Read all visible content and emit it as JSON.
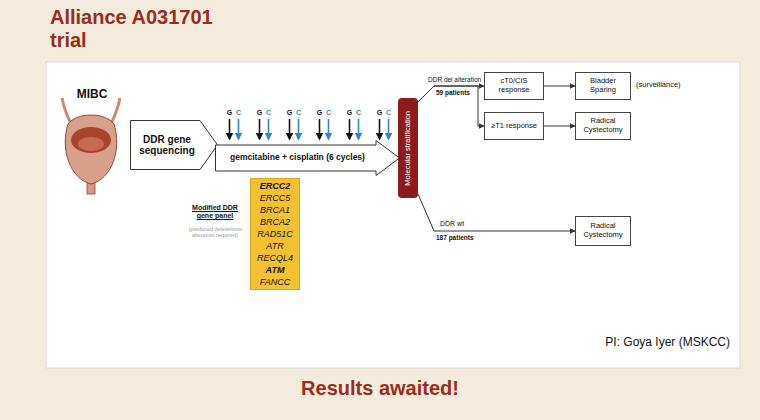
{
  "diagram": {
    "title": "Alliance A031701 trial",
    "caption": "Results awaited!",
    "nodes": [
      {
        "text": [
          "DDR gene sequencing"
        ]
      },
      {
        "text": [
          "gemcitabine + cisplatin (6 cycles)"
        ]
      },
      {
        "text": [
          "Molecular stratification"
        ]
      },
      {
        "text": [
          "cT0/CIS response"
        ]
      },
      {
        "text": [
          "Bladder Sparing"
        ]
      },
      {
        "text": [
          "≥T1 response"
        ]
      },
      {
        "text": [
          "Radical Cystectomy"
        ]
      },
      {
        "text": [
          "Radical Cystectomy"
        ]
      },
      {
        "text": [
          "ERCC2",
          "ERCC5",
          "BRCA1",
          "BRCA2",
          "RAD51C",
          "ATR",
          "RECQL4",
          "ATM",
          "FANCC"
        ]
      }
    ],
    "edges": [
      {
        "from": 2,
        "to": 3,
        "arrow": "to"
      },
      {
        "from": 2,
        "to": 5,
        "arrow": "to"
      },
      {
        "from": 3,
        "to": 4,
        "arrow": "to"
      },
      {
        "from": 5,
        "to": 6,
        "arrow": "to"
      },
      {
        "from": 2,
        "to": 7,
        "arrow": "to"
      }
    ],
    "labels": [
      "MIBC",
      "G",
      "C",
      "G",
      "C",
      "G",
      "C",
      "G",
      "C",
      "G",
      "C",
      "G",
      "C",
      "DDR del alteration",
      "59 patients",
      "(surveillance)",
      "DDR wt",
      "187 patients",
      "Modified DDR gene panel",
      "(predicted deleterious alteration required)",
      "PI: Goya Iyer (MSKCC)"
    ]
  }
}
